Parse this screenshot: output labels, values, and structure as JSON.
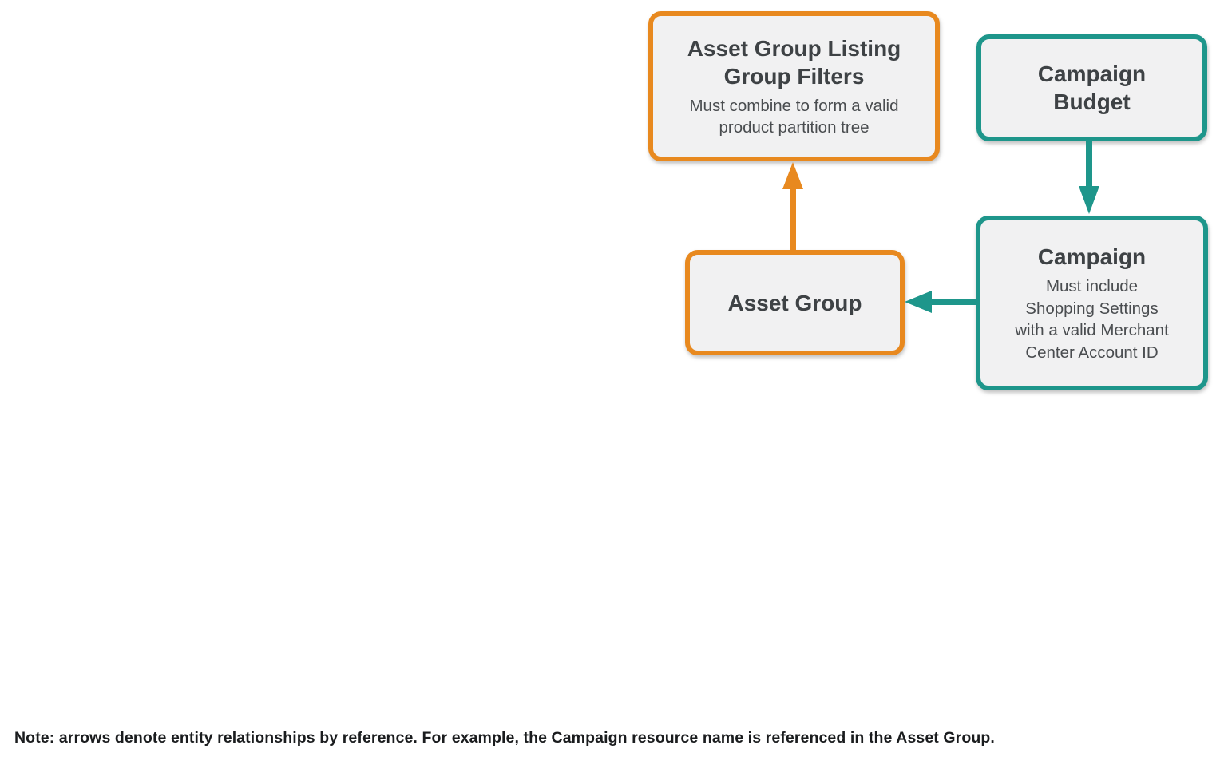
{
  "colors": {
    "orange": "#E8891F",
    "teal": "#1E968B",
    "box_fill": "#F1F1F2",
    "title_text": "#3E4245",
    "subtitle_text": "#4A4D50",
    "note_text": "#1A1C1E"
  },
  "nodes": {
    "listing_group_filters": {
      "title": "Asset Group Listing\nGroup Filters",
      "subtitle": "Must combine to form a valid\nproduct partition tree",
      "accent": "orange"
    },
    "campaign_budget": {
      "title": "Campaign\nBudget",
      "accent": "teal"
    },
    "campaign": {
      "title": "Campaign",
      "subtitle": "Must include\nShopping Settings\nwith a valid Merchant\nCenter Account ID",
      "accent": "teal"
    },
    "asset_group": {
      "title": "Asset Group",
      "accent": "orange"
    }
  },
  "arrows": [
    {
      "from": "asset_group",
      "to": "listing_group_filters",
      "color": "orange",
      "direction": "up"
    },
    {
      "from": "campaign_budget",
      "to": "campaign",
      "color": "teal",
      "direction": "down"
    },
    {
      "from": "campaign",
      "to": "asset_group",
      "color": "teal",
      "direction": "left"
    }
  ],
  "note": "Note: arrows denote entity relationships by reference. For example, the Campaign resource name is referenced in the Asset Group."
}
